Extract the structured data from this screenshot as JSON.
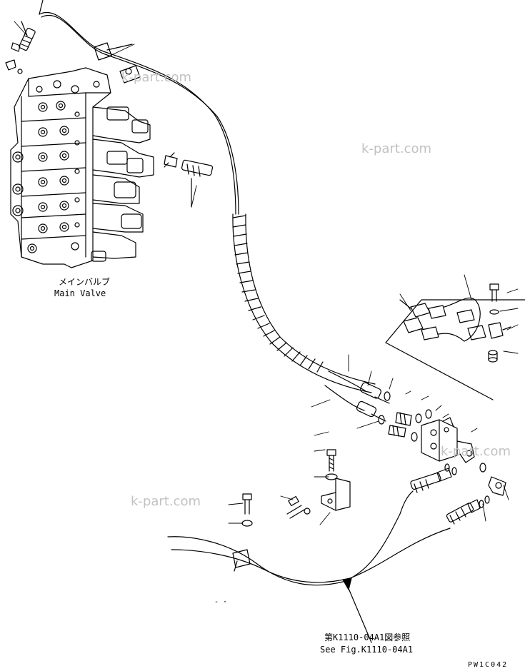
{
  "labels": {
    "main_valve_jp": "メインバルブ",
    "main_valve_en": "Main Valve",
    "ref_jp": "第K1110-04A1図参照",
    "ref_en": "See Fig.K1110-04A1"
  },
  "watermarks": [
    "k-part.com",
    "k-part.com",
    "k-part.com",
    "k-part.com"
  ],
  "drawing_code": "PW1C042"
}
